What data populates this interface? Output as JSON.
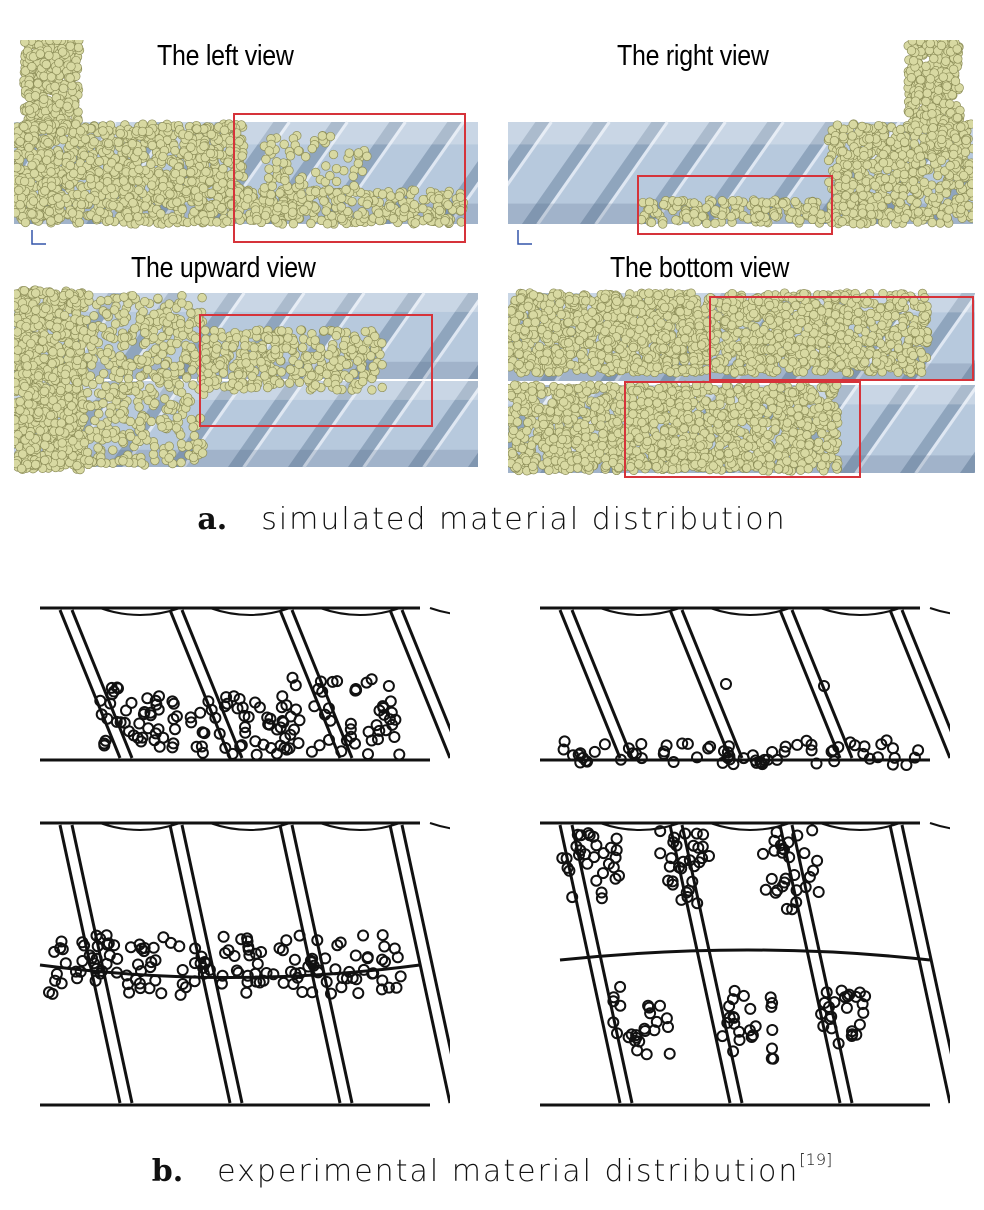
{
  "figure_a": {
    "panels": [
      {
        "title": "The left view"
      },
      {
        "title": "The right view"
      },
      {
        "title": "The upward view"
      },
      {
        "title": "The bottom view"
      }
    ],
    "caption_label": "a.",
    "caption_text": "simulated material distribution"
  },
  "figure_b": {
    "caption_label": "b.",
    "caption_text": "experimental material distribution",
    "citation": "[19]"
  },
  "colors": {
    "screw": "#b7c9dd",
    "screw_shadow": "#6f86a3",
    "particle": "#d8d9a2",
    "particle_edge": "#8e8f5a",
    "highlight_box": "#d6333a",
    "drawing_ink": "#111111"
  }
}
